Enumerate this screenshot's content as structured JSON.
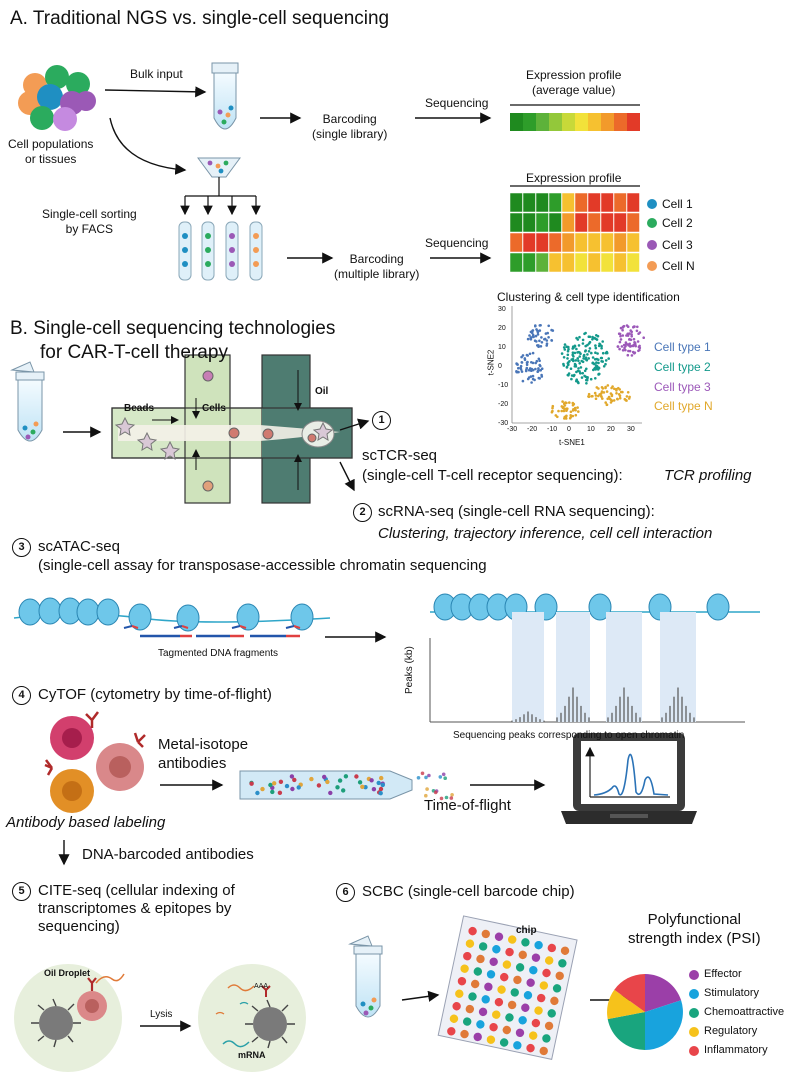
{
  "sectionA": {
    "title": "A. Traditional NGS vs. single-cell sequencing",
    "cell_populations": "Cell populations\nor tissues",
    "bulk_input": "Bulk input",
    "barcoding_single": "Barcoding\n(single library)",
    "sequencing_1": "Sequencing",
    "expr_profile_avg": "Expression profile\n(average value)",
    "single_cell_sorting": "Single-cell sorting\nby FACS",
    "barcoding_multiple": "Barcoding\n(multiple library)",
    "sequencing_2": "Sequencing",
    "expr_profile": "Expression profile",
    "cells": [
      "Cell 1",
      "Cell 2",
      "Cell 3",
      "Cell N"
    ],
    "cell_colors": [
      "#1f8fc2",
      "#2bab5e",
      "#9b59b6",
      "#f39c55"
    ]
  },
  "tsne": {
    "title": "Clustering & cell type identification",
    "xlabel": "t-SNE1",
    "ylabel": "t-SNE2",
    "xticks": [
      "-30",
      "-20",
      "-10",
      "0",
      "10",
      "20",
      "30"
    ],
    "yticks": [
      "30",
      "20",
      "10",
      "0",
      "-10",
      "-20",
      "-30"
    ],
    "types": [
      "Cell type 1",
      "Cell type 2",
      "Cell type 3",
      "Cell type N"
    ],
    "type_colors": [
      "#4a76b8",
      "#13998b",
      "#9c59b9",
      "#e1a82b"
    ]
  },
  "sectionB": {
    "title_line1": "B. Single-cell sequencing technologies",
    "title_line2": "for CAR-T-cell therapy",
    "beads": "Beads",
    "cells": "Cells",
    "oil": "Oil",
    "n1": "1",
    "sctcr": "scTCR-seq",
    "sctcr_desc": "(single-cell T-cell receptor sequencing):",
    "sctcr_use": "TCR profiling",
    "n2": "2",
    "scrna": "scRNA-seq (single-cell RNA sequencing):",
    "scrna_use": "Clustering, trajectory inference, cell cell interaction",
    "n3": "3",
    "scatac": "scATAC-seq",
    "scatac_desc": "(single-cell assay for transposase-accessible chromatin sequencing",
    "tagmented": "Tagmented DNA fragments",
    "peaks_axis": "Peaks (kb)",
    "peaks_caption": "Sequencing peaks corresponding to open chromatin",
    "n4": "4",
    "cytof": "CyTOF (cytometry by time-of-flight)",
    "metal_isotope": "Metal-isotope\nantibodies",
    "antibody_labeling": "Antibody based labeling",
    "time_of_flight": "Time-of-flight",
    "dna_barcoded": "DNA-barcoded antibodies",
    "n5": "5",
    "citeseq": "CITE-seq (cellular indexing of\ntranscriptomes & epitopes by\nsequencing)",
    "oil_droplet": "Oil Droplet",
    "lysis": "Lysis",
    "mrna": "mRNA",
    "aaa": "AAA",
    "n6": "6",
    "scbc": "SCBC (single-cell barcode chip)",
    "chip": "chip",
    "psi_title": "Polyfunctional\nstrength index (PSI)",
    "psi_labels": [
      "Effector",
      "Stimulatory",
      "Chemoattractive",
      "Regulatory",
      "Inflammatory"
    ],
    "psi_colors": [
      "#9b3fa8",
      "#18a3dd",
      "#19a57e",
      "#f6c21b",
      "#e8454a"
    ]
  }
}
